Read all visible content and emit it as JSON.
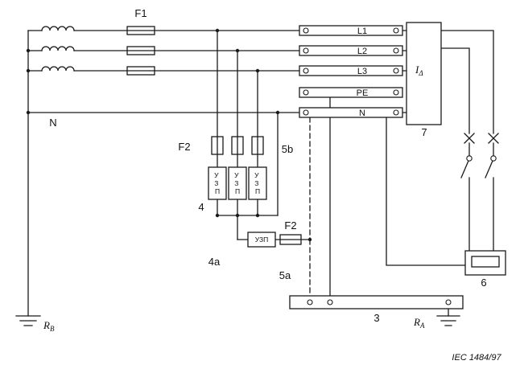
{
  "colors": {
    "line": "#1a1a1a",
    "background": "#ffffff"
  },
  "source": {
    "neutral_label": "N",
    "earth_main": "R",
    "earth_sub": "B"
  },
  "fuses": {
    "f1": "F1",
    "f2_bank": "F2",
    "f2_spd": "F2"
  },
  "busbars": {
    "items": [
      {
        "label": "L1"
      },
      {
        "label": "L2"
      },
      {
        "label": "L3"
      },
      {
        "label": "PE"
      },
      {
        "label": "N"
      }
    ]
  },
  "rcd": {
    "ref": "7",
    "current_main": "I",
    "current_sub": "Δ"
  },
  "spd_bank": {
    "ref": "4",
    "device": {
      "name": "УЗП",
      "letters": [
        "У",
        "З",
        "П"
      ]
    }
  },
  "spd_single": {
    "ref": "4a"
  },
  "links": {
    "upper": "5b",
    "lower": "5a"
  },
  "earth_busbar": {
    "ref": "3",
    "earth_main": "R",
    "earth_sub": "A"
  },
  "load": {
    "ref": "6"
  },
  "footer": {
    "text": "IEC  1484/97"
  }
}
